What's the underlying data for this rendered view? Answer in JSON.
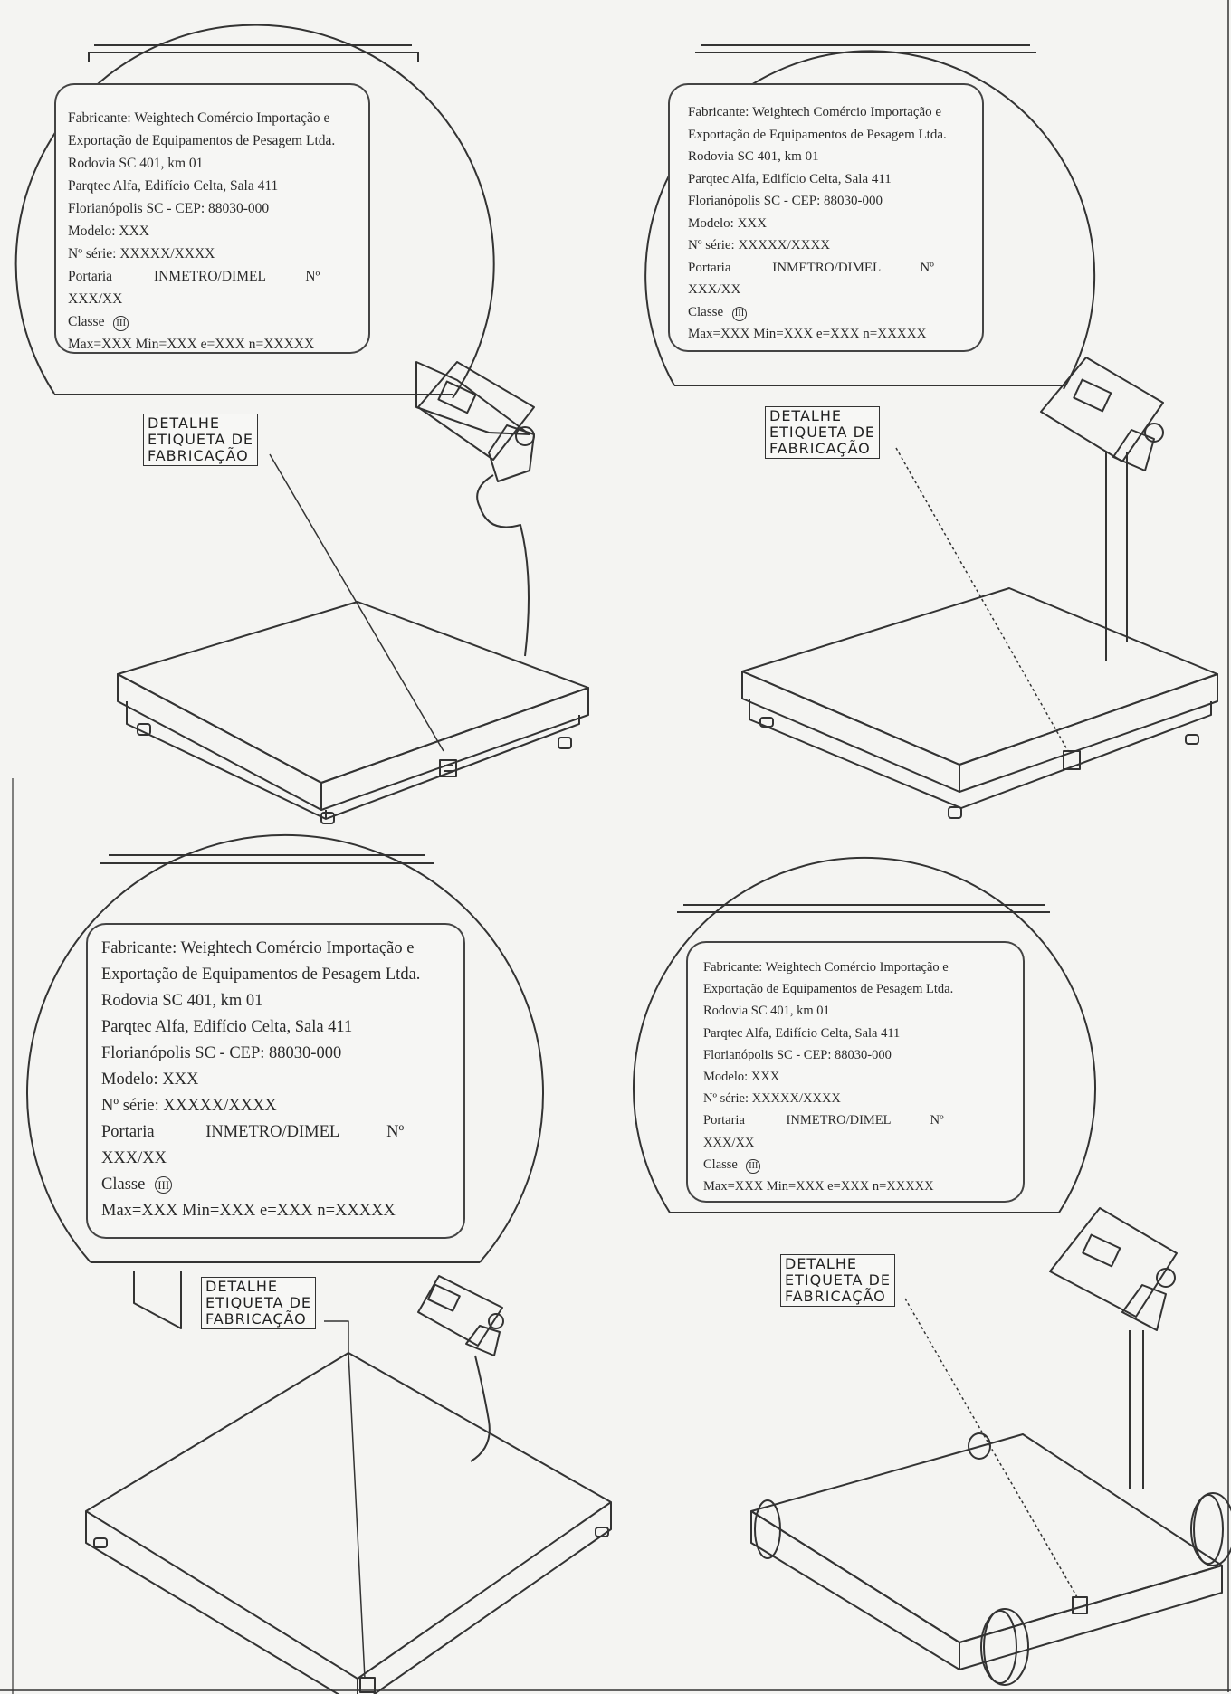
{
  "labels": [
    {
      "fabricante": "Fabricante: Weightech Comércio Importação e",
      "exportacao": "Exportação de Equipamentos de Pesagem Ltda.",
      "rodovia": "Rodovia SC 401, km 01",
      "parqtec": "Parqtec Alfa, Edifício Celta, Sala 411",
      "cidade": "Florianópolis SC - CEP: 88030-000",
      "modelo": "Modelo: XXX",
      "serie": "Nº série: XXXXX/XXXX",
      "portaria": "Portaria",
      "orgao": "INMETRO/DIMEL",
      "numero": "Nº",
      "codigo": "XXX/XX",
      "classe": "Classe",
      "classe_mark": "III",
      "capacidade": "Max=XXX  Min=XXX  e=XXX  n=XXXXX"
    },
    {
      "fabricante": "Fabricante: Weightech Comércio Importação e",
      "exportacao": "Exportação de Equipamentos de Pesagem Ltda.",
      "rodovia": "Rodovia SC 401, km 01",
      "parqtec": "Parqtec Alfa, Edifício Celta, Sala 411",
      "cidade": "Florianópolis SC - CEP: 88030-000",
      "modelo": "Modelo: XXX",
      "serie": "Nº série: XXXXX/XXXX",
      "portaria": "Portaria",
      "orgao": "INMETRO/DIMEL",
      "numero": "Nº",
      "codigo": "XXX/XX",
      "classe": "Classe",
      "classe_mark": "III",
      "capacidade": "Max=XXX  Min=XXX  e=XXX  n=XXXXX"
    },
    {
      "fabricante": "Fabricante: Weightech Comércio Importação e",
      "exportacao": "Exportação de Equipamentos de Pesagem Ltda.",
      "rodovia": "Rodovia SC 401, km 01",
      "parqtec": "Parqtec Alfa, Edifício Celta, Sala 411",
      "cidade": "Florianópolis SC - CEP: 88030-000",
      "modelo": "Modelo: XXX",
      "serie": "Nº série: XXXXX/XXXX",
      "portaria": "Portaria",
      "orgao": "INMETRO/DIMEL",
      "numero": "Nº",
      "codigo": "XXX/XX",
      "classe": "Classe",
      "classe_mark": "III",
      "capacidade": "Max=XXX  Min=XXX  e=XXX  n=XXXXX"
    },
    {
      "fabricante": "Fabricante: Weightech Comércio Importação e",
      "exportacao": "Exportação de Equipamentos de Pesagem Ltda.",
      "rodovia": "Rodovia SC 401, km 01",
      "parqtec": "Parqtec Alfa, Edifício Celta, Sala 411",
      "cidade": "Florianópolis SC - CEP: 88030-000",
      "modelo": "Modelo: XXX",
      "serie": "Nº série: XXXXX/XXXX",
      "portaria": "Portaria",
      "orgao": "INMETRO/DIMEL",
      "numero": "Nº",
      "codigo": "XXX/XX",
      "classe": "Classe",
      "classe_mark": "III",
      "capacidade": "Max=XXX  Min=XXX  e=XXX  n=XXXXX"
    }
  ],
  "callouts": [
    {
      "line1": "DETALHE",
      "line2": "ETIQUETA DE",
      "line3": "FABRICAÇÃO"
    },
    {
      "line1": "DETALHE",
      "line2": "ETIQUETA DE",
      "line3": "FABRICAÇÃO"
    },
    {
      "line1": "DETALHE",
      "line2": "ETIQUETA DE",
      "line3": "FABRICAÇÃO"
    },
    {
      "line1": "DETALHE",
      "line2": "ETIQUETA DE",
      "line3": "FABRICAÇÃO"
    }
  ],
  "colors": {
    "paper": "#f4f4f2",
    "ink": "#333333"
  }
}
